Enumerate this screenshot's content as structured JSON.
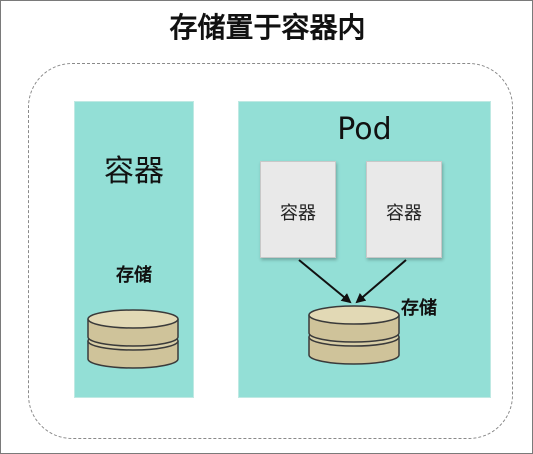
{
  "title": "存储置于容器内",
  "left_panel": {
    "container_label": "容器",
    "storage_label": "存储"
  },
  "pod_panel": {
    "pod_label": "Pod",
    "container_1_label": "容器",
    "container_2_label": "容器",
    "storage_label": "存储"
  },
  "colors": {
    "panel_fill": "#93dfd6",
    "container_box_fill": "#e9e9e9",
    "cylinder_fill": "#cfc39a",
    "cylinder_stroke": "#3a3a3a",
    "outer_border": "#8a8a8a"
  }
}
